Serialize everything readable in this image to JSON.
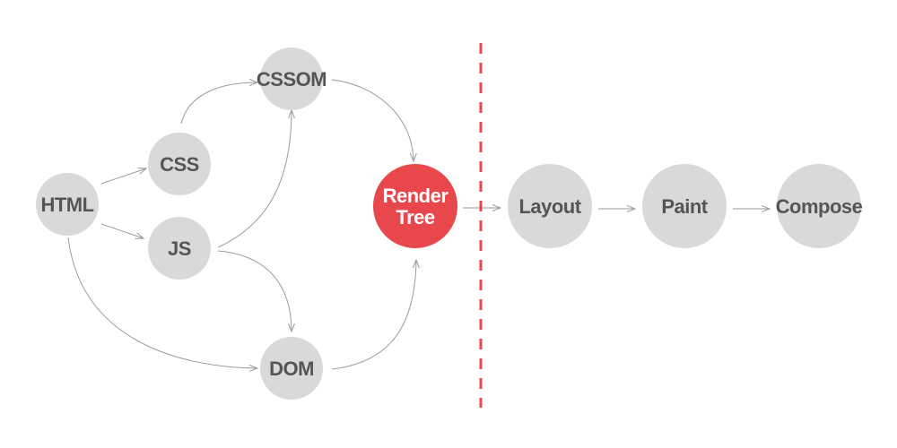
{
  "diagram": {
    "nodes": [
      {
        "id": "html",
        "lines": [
          "HTML"
        ],
        "highlight": false
      },
      {
        "id": "css",
        "lines": [
          "CSS"
        ],
        "highlight": false
      },
      {
        "id": "js",
        "lines": [
          "JS"
        ],
        "highlight": false
      },
      {
        "id": "cssom",
        "lines": [
          "CSSOM"
        ],
        "highlight": false
      },
      {
        "id": "dom",
        "lines": [
          "DOM"
        ],
        "highlight": false
      },
      {
        "id": "render-tree",
        "lines": [
          "Render",
          "Tree"
        ],
        "highlight": true
      },
      {
        "id": "layout",
        "lines": [
          "Layout"
        ],
        "highlight": false
      },
      {
        "id": "paint",
        "lines": [
          "Paint"
        ],
        "highlight": false
      },
      {
        "id": "compose",
        "lines": [
          "Compose"
        ],
        "highlight": false
      }
    ],
    "edges": [
      {
        "from": "html",
        "to": "css"
      },
      {
        "from": "html",
        "to": "js"
      },
      {
        "from": "html",
        "to": "dom"
      },
      {
        "from": "css",
        "to": "cssom"
      },
      {
        "from": "js",
        "to": "cssom"
      },
      {
        "from": "js",
        "to": "dom"
      },
      {
        "from": "cssom",
        "to": "render-tree"
      },
      {
        "from": "dom",
        "to": "render-tree"
      },
      {
        "from": "render-tree",
        "to": "layout"
      },
      {
        "from": "layout",
        "to": "paint"
      },
      {
        "from": "paint",
        "to": "compose"
      }
    ],
    "colors": {
      "node_fill": "#d9d9d9",
      "node_text": "#555555",
      "highlight_fill": "#e8474c",
      "highlight_text": "#ffffff",
      "edge": "#9a9a9a",
      "divider": "#e8474c"
    }
  }
}
